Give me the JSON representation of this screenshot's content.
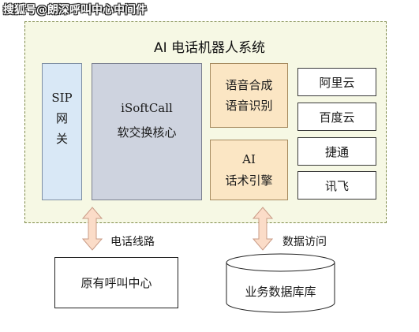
{
  "watermark": "搜狐号@朗深呼叫中心中间件",
  "system": {
    "title": "AI 电话机器人系统"
  },
  "sip": {
    "lines": [
      "SIP",
      "网",
      "关"
    ]
  },
  "core": {
    "name": "iSoftCall",
    "desc": "软交换核心"
  },
  "speech": {
    "lines": [
      "语音合成",
      "语音识别"
    ]
  },
  "script": {
    "lines": [
      "AI",
      "话术引擎"
    ]
  },
  "vendors": [
    "阿里云",
    "百度云",
    "捷通",
    "讯飞"
  ],
  "connections": {
    "phone_line": "电话线路",
    "data_access": "数据访问"
  },
  "external": {
    "call_center": "原有呼叫中心",
    "database": "业务数据库库"
  },
  "colors": {
    "system_fill": "#f6f8e4",
    "sip_fill": "#d9e8f6",
    "core_fill": "#ced3df",
    "engine_fill": "#fbe6c4",
    "arrow_fill": "#fbdcc8"
  }
}
